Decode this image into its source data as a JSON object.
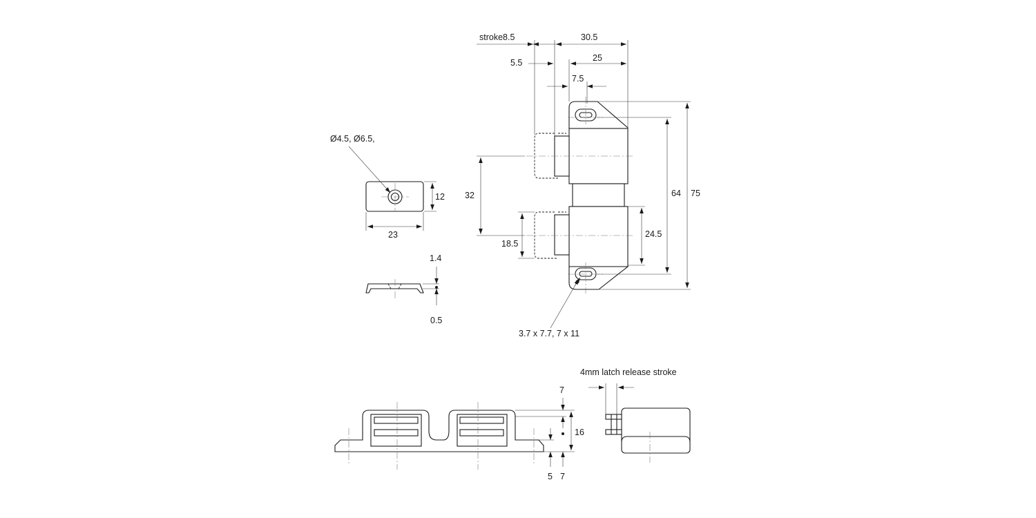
{
  "drawing": {
    "labels": {
      "stroke": "stroke8.5",
      "width_total": "30.5",
      "offset_small": "5.5",
      "width_body": "25",
      "width_inner": "7.5",
      "hole_diameters": "Ø4.5, Ø6.5,",
      "plate_height": "12",
      "plate_width": "23",
      "spacing_32": "32",
      "height_64": "64",
      "height_75": "75",
      "height_24_5": "24.5",
      "height_18_5": "18.5",
      "plate_thickness_top": "1.4",
      "plate_thickness_bottom": "0.5",
      "slot_sizes": "3.7 x 7.7, 7 x 11",
      "latch_release": "4mm latch release stroke",
      "side_top_7": "7",
      "side_height_16": "16",
      "side_bottom_5": "5",
      "side_bottom_7": "7"
    },
    "colors": {
      "line": "#1a1a1a",
      "centerline": "#777777",
      "background": "#ffffff"
    }
  }
}
